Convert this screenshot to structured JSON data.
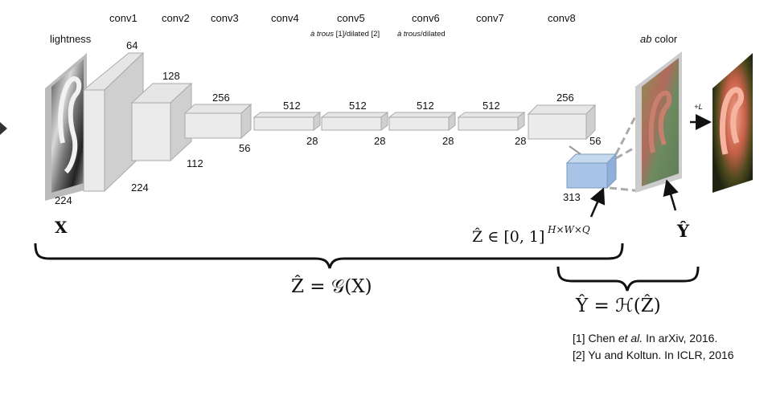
{
  "layers": {
    "lightness": "lightness",
    "conv1": "conv1",
    "conv2": "conv2",
    "conv3": "conv3",
    "conv4": "conv4",
    "conv5": "conv5",
    "conv6": "conv6",
    "conv7": "conv7",
    "conv8": "conv8",
    "ab_color_ab": "ab",
    "ab_color_rest": " color"
  },
  "notes": {
    "conv5_a": "à trous",
    "conv5_b": " [1]/dilated [2]",
    "conv6_a": "à trous",
    "conv6_b": "/dilated"
  },
  "dims": {
    "d224_in": "224",
    "d64": "64",
    "d224_c1": "224",
    "d128": "128",
    "d112": "112",
    "d256_c3": "256",
    "d56_c3": "56",
    "d512_c4": "512",
    "d28_c4": "28",
    "d512_c5": "512",
    "d28_c5": "28",
    "d512_c6": "512",
    "d28_c6": "28",
    "d512_c7": "512",
    "d28_c7": "28",
    "d256_c8": "256",
    "d56_c8": "56",
    "d313": "313"
  },
  "math": {
    "X": "X",
    "Z_hat_in": "Ẑ ∈ [0, 1]",
    "Z_sup": "H×W×Q",
    "Y_hat": "Ŷ",
    "plus_L": "+L",
    "Z_eq": "Ẑ = 𝒢(X)",
    "Y_eq": "Ŷ = ℋ(Ẑ)"
  },
  "refs": {
    "ref1_a": "[1] Chen ",
    "ref1_b": "et al.",
    "ref1_c": " In arXiv, 2016.",
    "ref2": "[2] Yu and Koltun. In ICLR, 2016"
  }
}
